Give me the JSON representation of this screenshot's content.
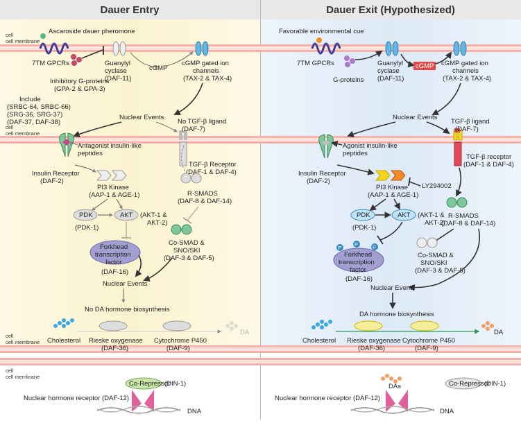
{
  "titles": {
    "left": "Dauer Entry",
    "right": "Dauer Exit (Hypothesized)"
  },
  "membrane_label": "cell membrane",
  "left": {
    "pheromone": "Ascaroside dauer pheromone",
    "gpcr": "7TM GPCRs",
    "gprotein": "Inhibitory G-proteins",
    "gprotein_sub": "(GPA-2 & GPA-3)",
    "include": "Include",
    "include_lines": [
      "(SRBC-64, SRBC-66)",
      "(SRG-36, SRG-37)",
      "(DAF-37, DAF-38)"
    ],
    "guanylyl": "Guanylyl",
    "cyclase": "cyclase",
    "guanylyl_sub": "(DAF-11)",
    "cgmp": "cGMP",
    "channel": "cGMP gated ion",
    "channel2": "channels",
    "channel_sub": "(TAX-2 & TAX-4)",
    "nuclear_events": "Nuclear Events",
    "antagonist": "Antagonist insulin-like",
    "antagonist2": "peptides",
    "no_tgf": "No TGF-β ligand",
    "no_tgf_sub": "(DAF-7)",
    "insulin_receptor": "Insulin Receptor",
    "insulin_receptor_sub": "(DAF-2)",
    "pi3k": "PI3 Kinase",
    "pi3k_sub": "(AAP-1 & AGE-1)",
    "tgf_receptor": "TGF-β Receptor",
    "tgf_receptor_sub": "(DAF-1 & DAF-4)",
    "pdk": "PDK",
    "pdk_sub": "(PDK-1)",
    "akt": "AKT",
    "akt_sub": "(AKT-1 &",
    "akt_sub2": "AKT-2)",
    "rsmads": "R-SMADS",
    "rsmads_sub": "(DAF-8 & DAF-14)",
    "forkhead": "Forkhead",
    "forkhead2": "transcription",
    "forkhead3": "factor",
    "forkhead_sub": "(DAF-16)",
    "cosmad": "Co-SMAD &",
    "cosmad2": "SNO/SKI",
    "cosmad_sub": "(DAF-3 & DAF-5)",
    "nuclear_events2": "Nuclear Events",
    "no_da": "No DA hormone biosynthesis",
    "cholesterol": "Cholesterol",
    "rieske": "Rieske oxygenase",
    "rieske_sub": "(DAF-36)",
    "cyp": "Cytochrome P450",
    "cyp_sub": "(DAF-9)",
    "da": "DA",
    "corepressor": "Co-Repressor",
    "corepressor_sub": "(DIN-1)",
    "nhr": "Nuclear hormone receptor (DAF-12)",
    "dna": "DNA"
  },
  "right": {
    "cue": "Favorable environmental cue",
    "gpcr": "7TM GPCRs",
    "gprotein": "G-proteins",
    "guanylyl": "Guanylyl",
    "cyclase": "cyclase",
    "guanylyl_sub": "(DAF-11)",
    "cgmp": "cGMP",
    "channel": "cGMP gated ion",
    "channel2": "channels",
    "channel_sub": "(TAX-2 & TAX-4)",
    "nuclear_events": "Nuclear Events",
    "agonist": "Agonist insulin-like",
    "agonist2": "peptides",
    "tgf": "TGF-β ligand",
    "tgf_sub": "(DAF-7)",
    "tgf_receptor": "TGF-β receptor",
    "tgf_receptor_sub": "(DAF-1 & DAF-4)",
    "insulin_receptor": "Insulin Receptor",
    "insulin_receptor_sub": "(DAF-2)",
    "pi3k": "PI3 Kinase",
    "pi3k_sub": "(AAP-1 & AGE-1)",
    "ly": "LY294002",
    "pdk": "PDK",
    "pdk_sub": "(PDK-1)",
    "akt": "AKT",
    "akt_sub": "(AKT-1 &",
    "akt_sub2": "AKT-2)",
    "rsmads": "R-SMADS",
    "rsmads_sub": "(DAF-8 & DAF-14)",
    "forkhead": "Forkhead",
    "forkhead2": "transcription",
    "forkhead3": "factor",
    "forkhead_sub": "(DAF-16)",
    "cosmad": "Co-SMAD &",
    "cosmad2": "SNO/SKI",
    "cosmad_sub": "(DAF-3 & DAF-5)",
    "nuclear_events2": "Nuclear Events",
    "da_bio": "DA hormone biosynthesis",
    "cholesterol": "Cholesterol",
    "rieske": "Rieske oxygenase",
    "rieske_sub": "(DAF-36)",
    "cyp": "Cytochrome P450",
    "cyp_sub": "(DAF-9)",
    "da": "DA",
    "das": "DAs",
    "corepressor": "Co-Repressor",
    "corepressor_sub": "(DIN-1)",
    "nhr": "Nuclear hormone receptor (DAF-12)",
    "dna": "DNA",
    "phospho": "P"
  },
  "colors": {
    "left_bg": "#fbf6d8",
    "right_bg": "#e4eef9",
    "membrane": "#f2a9a0",
    "receptor_purple": "#3f3f96",
    "forkhead": "#a39ed2",
    "channel_blue": "#5fb8e6",
    "kinase_yellow": "#f5d420",
    "kinase_orange": "#f08a2a",
    "da_orange": "#f0a060",
    "cholesterol_blue": "#3aa7e0",
    "dna_pink": "#e0609a",
    "green_smad": "#7fc79a",
    "cgmp_red": "#e04a4a"
  }
}
